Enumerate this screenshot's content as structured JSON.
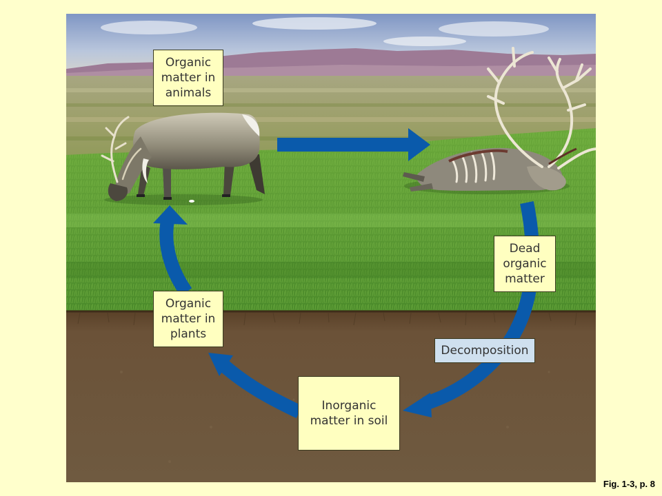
{
  "figure": {
    "caption": "Fig. 1-3, p. 8"
  },
  "labels": {
    "animals": "Organic\nmatter in\nanimals",
    "dead": "Dead\norganic\nmatter",
    "plants": "Organic\nmatter in\nplants",
    "soil": "Inorganic\nmatter in soil",
    "decomposition": "Decomposition"
  },
  "colors": {
    "page_background": "#ffffcc",
    "label_box": "#ffffc0",
    "decomposition_box": "#cfe0ef",
    "arrow": "#0a5aab",
    "grass": "#5c9a34",
    "soil": "#6a5238"
  }
}
